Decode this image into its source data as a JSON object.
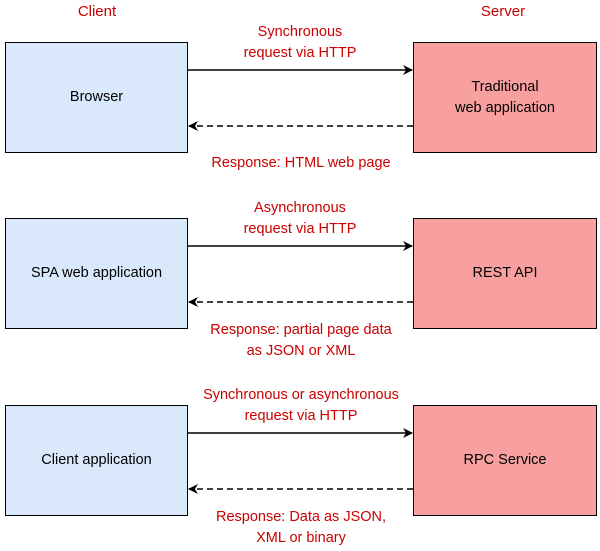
{
  "columns": {
    "client": "Client",
    "server": "Server"
  },
  "colors": {
    "label": "#cc0000",
    "client_fill": "#dae8fc",
    "server_fill": "#f8a0a0",
    "stroke": "#000000"
  },
  "rows": [
    {
      "client": "Browser",
      "server": "Traditional\nweb application",
      "request": "Synchronous\nrequest via HTTP",
      "response": "Response: HTML web page"
    },
    {
      "client": "SPA web application",
      "server": "REST API",
      "request": "Asynchronous\nrequest via HTTP",
      "response": "Response: partial page data\nas JSON or XML"
    },
    {
      "client": "Client application",
      "server": "RPC Service",
      "request": "Synchronous or asynchronous\nrequest via HTTP",
      "response": "Response: Data as JSON,\nXML or binary"
    }
  ]
}
